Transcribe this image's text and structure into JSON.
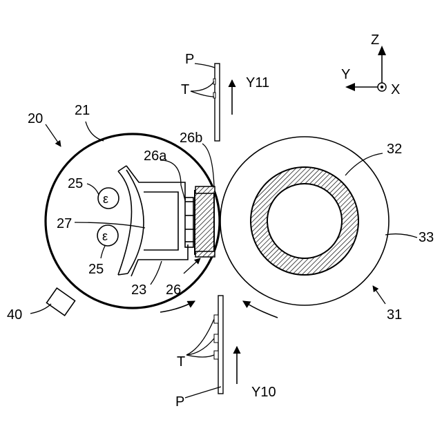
{
  "labels": {
    "fixing_device": "20",
    "heating_roller": "21",
    "reflector": "23",
    "lamp": "25",
    "heater": "26",
    "heater_part_a": "26a",
    "heater_part_b": "26b",
    "reflector_surface": "27",
    "pressure_roller": "31",
    "core": "32",
    "elastic_layer": "33",
    "sensor": "40",
    "paper": "P",
    "toner": "T",
    "arrow_in": "Y10",
    "arrow_out": "Y11"
  },
  "axes": {
    "z": "Z",
    "y": "Y",
    "x": "X"
  },
  "colors": {
    "stroke": "#000000",
    "background": "#ffffff"
  }
}
